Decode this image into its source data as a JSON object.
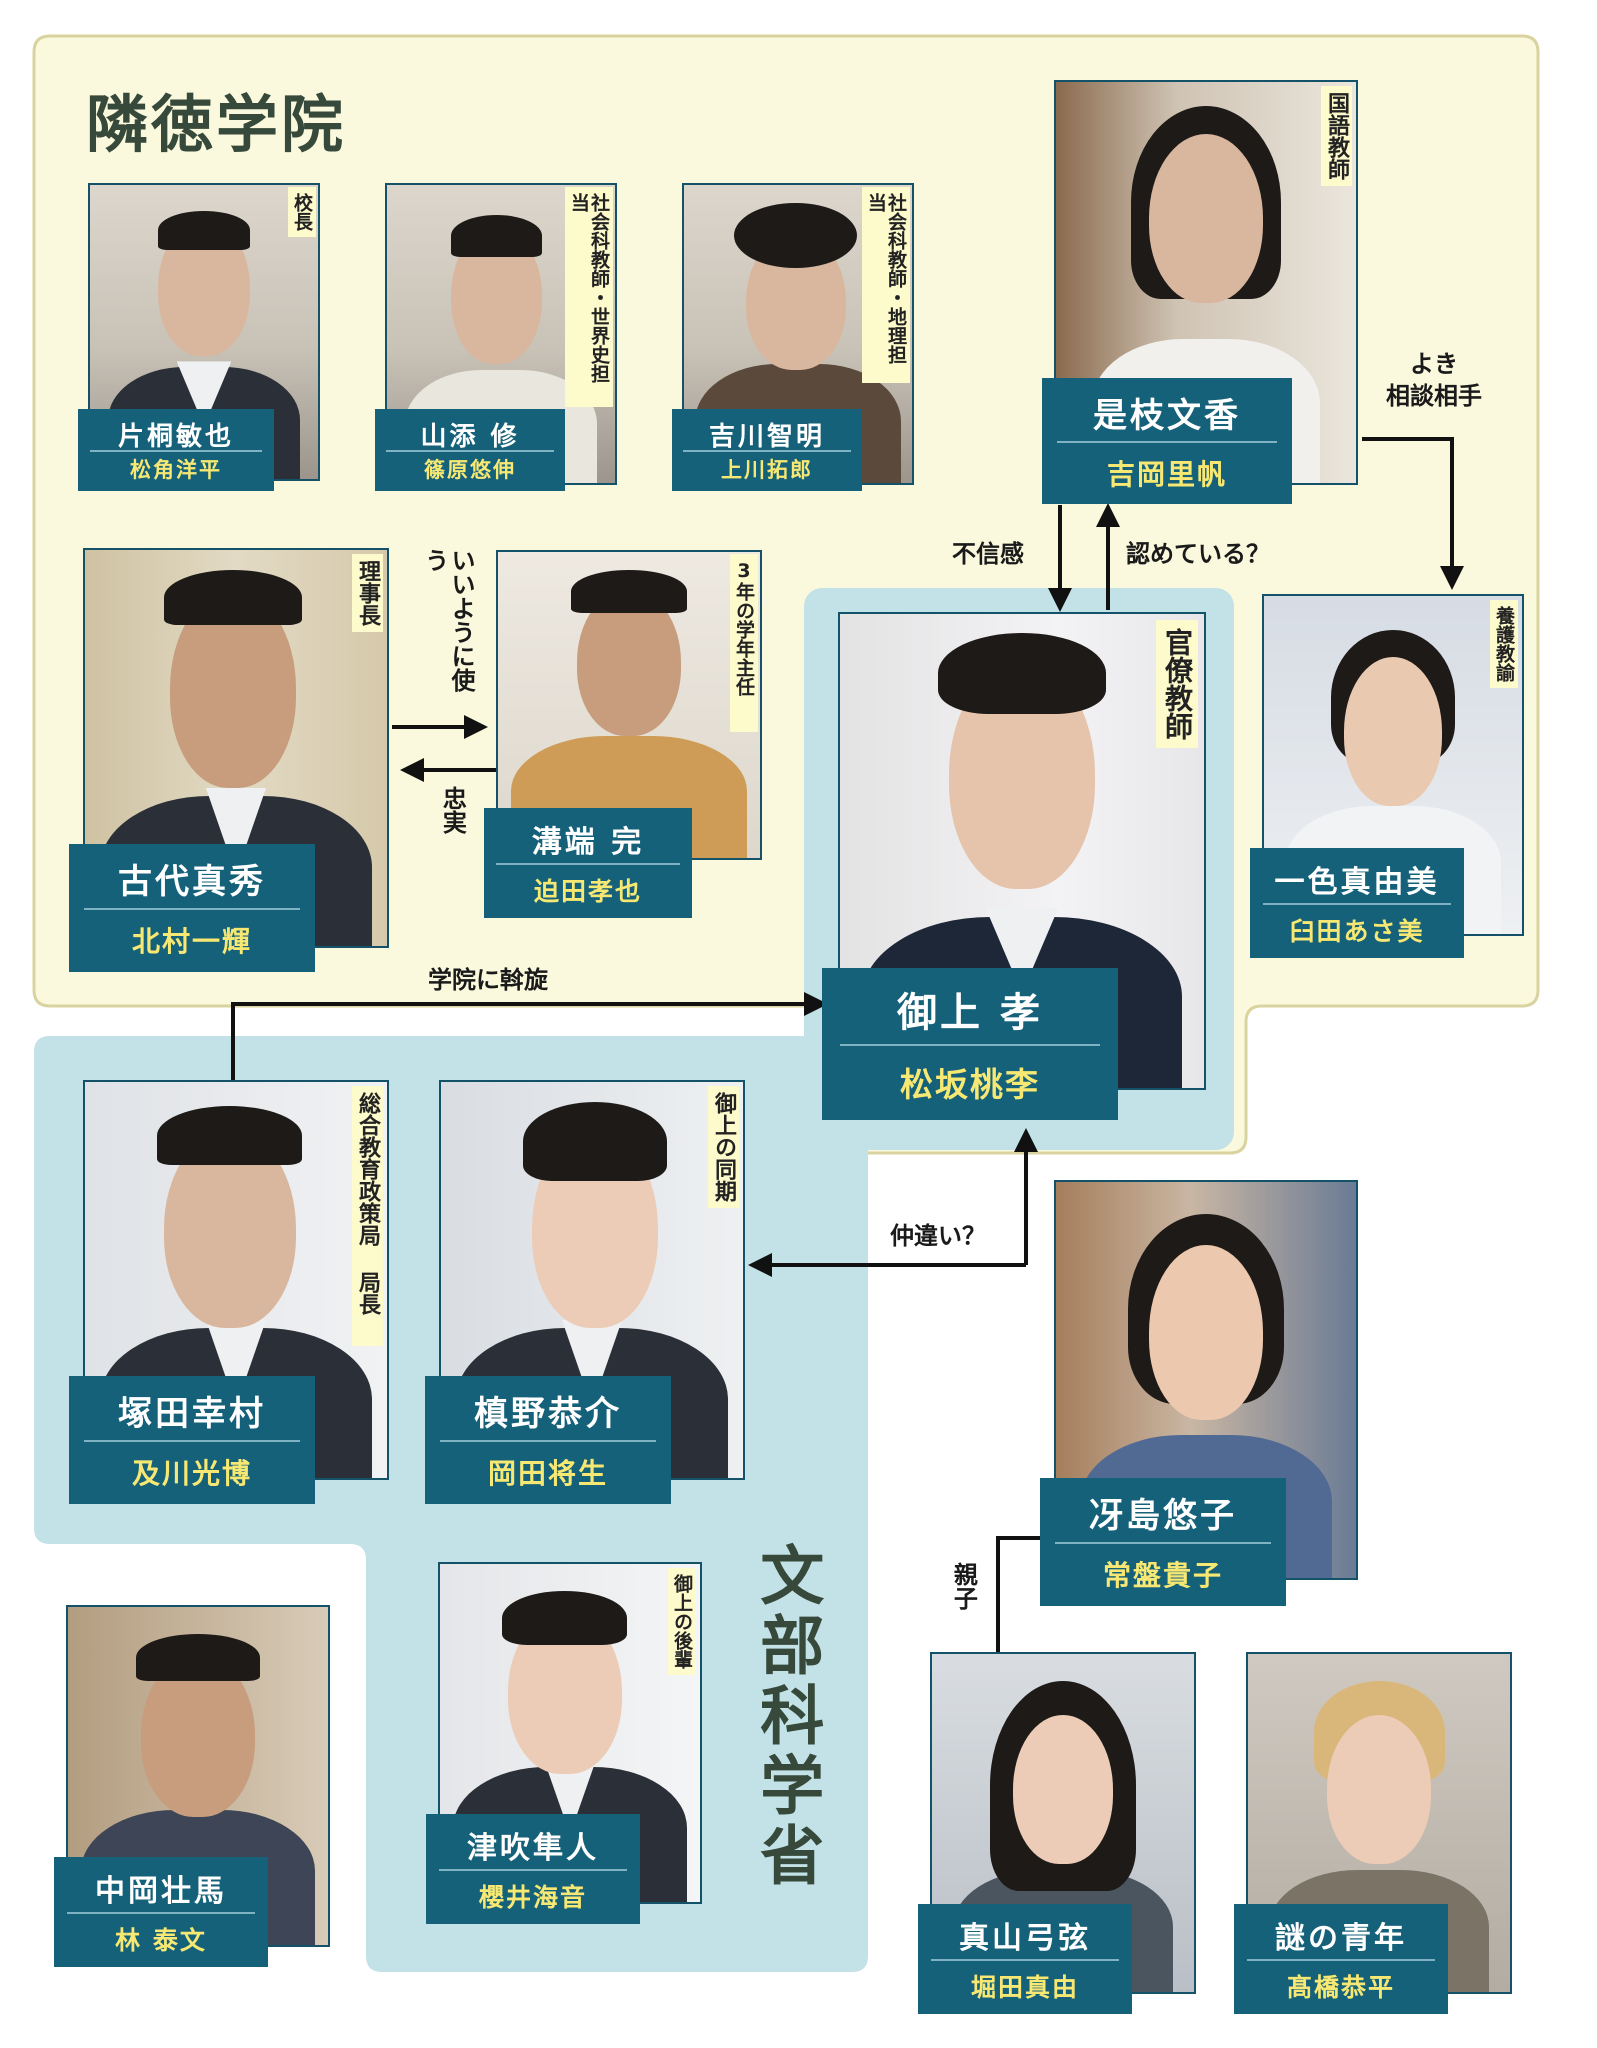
{
  "groups": {
    "rintoku": "隣徳学院",
    "monbu": "文部科学省"
  },
  "colors": {
    "rintoku_bg": "#fbf9dd",
    "monbu_bg": "#c2e2e7",
    "label_bg": "#15617a",
    "actor_text": "#f7e873",
    "role_bg": "#fdfacb",
    "border": "#14526a"
  },
  "characters": {
    "katagiri": {
      "role": "校長",
      "name": "片桐敏也",
      "actor": "松角洋平"
    },
    "yamazoe": {
      "role": "社会科教師・世界史担当",
      "name": "山添 修",
      "actor": "篠原悠伸"
    },
    "yoshikawa": {
      "role": "社会科教師・地理担当",
      "name": "吉川智明",
      "actor": "上川拓郎"
    },
    "koreeda": {
      "role": "国語教師",
      "name": "是枝文香",
      "actor": "吉岡里帆"
    },
    "kodai": {
      "role": "理事長",
      "name": "古代真秀",
      "actor": "北村一輝"
    },
    "mizobata": {
      "role": "3年の学年主任",
      "name": "溝端 完",
      "actor": "迫田孝也"
    },
    "mikami": {
      "role": "官僚教師",
      "name": "御上 孝",
      "actor": "松坂桃李"
    },
    "isshiki": {
      "role": "養護教諭",
      "name": "一色真由美",
      "actor": "臼田あさ美"
    },
    "tsukada": {
      "role": "総合教育政策局 局長",
      "name": "塚田幸村",
      "actor": "及川光博"
    },
    "makino": {
      "role": "御上の同期",
      "name": "槙野恭介",
      "actor": "岡田将生"
    },
    "saejima": {
      "name": "冴島悠子",
      "actor": "常盤貴子"
    },
    "nakaoka": {
      "name": "中岡壮馬",
      "actor": "林 泰文"
    },
    "tsubuki": {
      "role": "御上の後輩",
      "name": "津吹隼人",
      "actor": "櫻井海音"
    },
    "mayama": {
      "name": "真山弓弦",
      "actor": "堀田真由"
    },
    "nazo": {
      "name": "謎の青年",
      "actor": "髙橋恭平"
    }
  },
  "relations": {
    "yoki": "よき\n相談相手",
    "fushinkan": "不信感",
    "mitomete": "認めている？",
    "iiyouni": "いいように使う",
    "chujitsu": "忠実",
    "gakuin": "学院に斡旋",
    "nakatagai": "仲違い？",
    "oyako": "親子"
  }
}
